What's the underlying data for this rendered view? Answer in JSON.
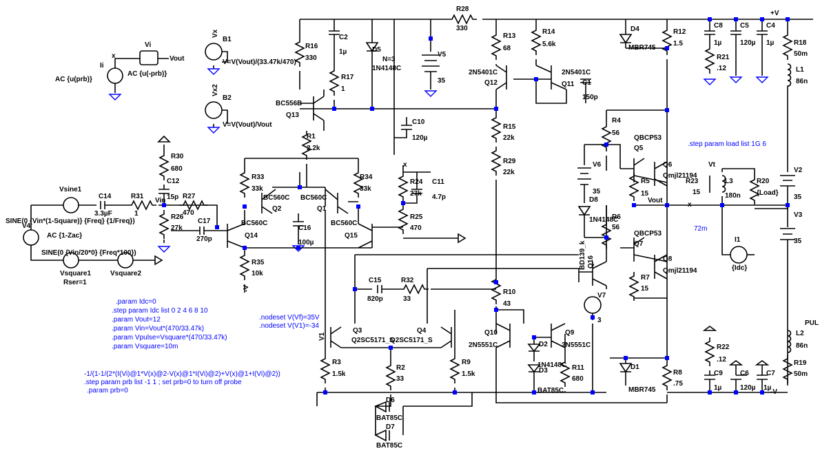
{
  "components": [
    {
      "id": "R16",
      "label": "R16",
      "value": "330"
    },
    {
      "id": "C2",
      "label": "C2",
      "value": "1µ"
    },
    {
      "id": "D5",
      "label": "D5",
      "value": "1N4148C",
      "extra": "N=3"
    },
    {
      "id": "R28",
      "label": "R28",
      "value": "330"
    },
    {
      "id": "R13",
      "label": "R13",
      "value": "68"
    },
    {
      "id": "R14",
      "label": "R14",
      "value": "5.6k"
    },
    {
      "id": "D4",
      "label": "D4",
      "value": "MBR745"
    },
    {
      "id": "R12",
      "label": "R12",
      "value": "1.5"
    },
    {
      "id": "C8",
      "label": "C8",
      "value": "1µ"
    },
    {
      "id": "C5",
      "label": "C5",
      "value": "120µ"
    },
    {
      "id": "C4",
      "label": "C4",
      "value": "1µ"
    },
    {
      "id": "R18",
      "label": "R18",
      "value": "50m"
    },
    {
      "id": "R21",
      "label": "R21",
      "value": ".12"
    },
    {
      "id": "L1",
      "label": "L1",
      "value": "86n"
    },
    {
      "id": "V5",
      "label": "V5",
      "value": "35"
    },
    {
      "id": "R17",
      "label": "R17",
      "value": "1"
    },
    {
      "id": "Q12",
      "label": "Q12",
      "value": "2N5401C"
    },
    {
      "id": "Q11",
      "label": "Q11",
      "value": "2N5401C"
    },
    {
      "id": "C1",
      "label": "C1",
      "value": "150p"
    },
    {
      "id": "Q13",
      "label": "Q13",
      "value": "BC556B"
    },
    {
      "id": "C10",
      "label": "C10",
      "value": "120µ"
    },
    {
      "id": "R15",
      "label": "R15",
      "value": "22k"
    },
    {
      "id": "R4",
      "label": "R4",
      "value": "56"
    },
    {
      "id": "Q5",
      "label": "Q5",
      "value": "QBCP53"
    },
    {
      "id": "R1",
      "label": "R1",
      "value": "2.2k"
    },
    {
      "id": "R29",
      "label": "R29",
      "value": "22k"
    },
    {
      "id": "V6",
      "label": "V6",
      "value": "35"
    },
    {
      "id": "Q6",
      "label": "Q6",
      "value": "Qmjl21194"
    },
    {
      "id": "R30",
      "label": "R30",
      "value": "680"
    },
    {
      "id": "R33",
      "label": "R33",
      "value": "33k"
    },
    {
      "id": "R34",
      "label": "R34",
      "value": "33k"
    },
    {
      "id": "R24",
      "label": "R24",
      "value": "27k"
    },
    {
      "id": "C11",
      "label": "C11",
      "value": "4.7p"
    },
    {
      "id": "R5",
      "label": "R5",
      "value": "15"
    },
    {
      "id": "R23",
      "label": "R23",
      "value": "15"
    },
    {
      "id": "L3",
      "label": "L3",
      "value": "180n"
    },
    {
      "id": "R20",
      "label": "R20",
      "value": "{Load}"
    },
    {
      "id": "V2",
      "label": "V2",
      "value": "35"
    },
    {
      "id": "C12",
      "label": "C12",
      "value": "15p"
    },
    {
      "id": "R27",
      "label": "R27",
      "value": "470"
    },
    {
      "id": "Q2",
      "label": "Q2",
      "value": "BC560C"
    },
    {
      "id": "Q1",
      "label": "Q1",
      "value": "BC560C"
    },
    {
      "id": "D8",
      "label": "D8",
      "value": "1N4148C"
    },
    {
      "id": "C14",
      "label": "C14",
      "value": "3.3µF"
    },
    {
      "id": "R31",
      "label": "R31",
      "value": "1"
    },
    {
      "id": "R26",
      "label": "R26",
      "value": "27k"
    },
    {
      "id": "C17",
      "label": "C17",
      "value": "270p"
    },
    {
      "id": "Q14",
      "label": "Q14",
      "value": "BC560C"
    },
    {
      "id": "C16",
      "label": "C16",
      "value": "100µ"
    },
    {
      "id": "Q15",
      "label": "Q15",
      "value": "BC560C"
    },
    {
      "id": "R25",
      "label": "R25",
      "value": "470"
    },
    {
      "id": "R6",
      "label": "R6",
      "value": "56"
    },
    {
      "id": "Q7",
      "label": "Q7",
      "value": "QBCP53"
    },
    {
      "id": "V3",
      "label": "V3",
      "value": "35"
    },
    {
      "id": "I1",
      "label": "I1",
      "value": "{Idc}"
    },
    {
      "id": "R35",
      "label": "R35",
      "value": "10k"
    },
    {
      "id": "Q16",
      "label": "Q16",
      "value": "BD139_k"
    },
    {
      "id": "Q8",
      "label": "Q8",
      "value": "Qmjl21194"
    },
    {
      "id": "C15",
      "label": "C15",
      "value": "820p"
    },
    {
      "id": "R32",
      "label": "R32",
      "value": "33"
    },
    {
      "id": "R7",
      "label": "R7",
      "value": "15"
    },
    {
      "id": "R10",
      "label": "R10",
      "value": "43"
    },
    {
      "id": "V7",
      "label": "V7",
      "value": "3"
    },
    {
      "id": "Q3",
      "label": "Q3",
      "value": "Q2SC5171_S"
    },
    {
      "id": "Q4",
      "label": "Q4",
      "value": "Q2SC5171_S"
    },
    {
      "id": "Q10",
      "label": "Q10",
      "value": "2N5551C"
    },
    {
      "id": "Q9",
      "label": "Q9",
      "value": "2N5551C"
    },
    {
      "id": "D2",
      "label": "D2",
      "value": "1N4148C"
    },
    {
      "id": "D3",
      "label": "D3",
      "value": "BAT85C"
    },
    {
      "id": "R11",
      "label": "R11",
      "value": "680"
    },
    {
      "id": "R22",
      "label": "R22",
      "value": ".12"
    },
    {
      "id": "L2",
      "label": "L2",
      "value": "86n"
    },
    {
      "id": "R3",
      "label": "R3",
      "value": "1.5k"
    },
    {
      "id": "R2",
      "label": "R2",
      "value": "33"
    },
    {
      "id": "R9",
      "label": "R9",
      "value": "1.5k"
    },
    {
      "id": "D1",
      "label": "D1",
      "value": "MBR745"
    },
    {
      "id": "R8",
      "label": "R8",
      "value": ".75"
    },
    {
      "id": "C9",
      "label": "C9",
      "value": "1µ"
    },
    {
      "id": "C6",
      "label": "C6",
      "value": "120µ"
    },
    {
      "id": "C7",
      "label": "C7",
      "value": "1µ"
    },
    {
      "id": "R19",
      "label": "R19",
      "value": "50m"
    },
    {
      "id": "D6",
      "label": "D6",
      "value": "BAT85C"
    },
    {
      "id": "D7",
      "label": "D7",
      "value": "BAT85C"
    },
    {
      "id": "Vsine1",
      "label": "Vsine1",
      "value": "SINE(0 {Vin*(1-Square)} {Freq} {1/Freq})"
    },
    {
      "id": "V4",
      "label": "V4",
      "value": "AC {1-Zac}"
    },
    {
      "id": "Vsquare1",
      "label": "Vsquare1",
      "value": "SINE(0 {Vin/20*0} {Freq*100})",
      "extra": "Rser=1"
    },
    {
      "id": "Vsquare2",
      "label": "Vsquare2",
      "value": ""
    },
    {
      "id": "B1",
      "label": "B1",
      "value": "V=V(Vout)/(33.47k/470)"
    },
    {
      "id": "B2",
      "label": "B2",
      "value": "V=V(Vout)/Vout"
    },
    {
      "id": "Vi",
      "label": "Vi",
      "value": "AC {u(-prb)}"
    },
    {
      "id": "Ii",
      "label": "Ii",
      "value": "AC {u(prb)}"
    }
  ],
  "nets": {
    "vplus": "+V",
    "vminus": "-V",
    "vout": "Vout",
    "vin": "Vin",
    "vx": "Vx",
    "vx2": "Vx2",
    "x": "x",
    "vt": "Vt",
    "v1": "V1",
    "pul": "PUL",
    "m72": "72m"
  },
  "directives": {
    "param_idc": ".param Idc=0",
    "step_idc": ".step param Idc list 0 2 4 6 8 10",
    "param_vout": ".param Vout=12",
    "param_vin": ".param Vin=Vout*(470/33.47k)",
    "param_vpulse": ".param Vpulse=Vsquare*(470/33.47k)",
    "param_vsquare": ".param Vsquare=10m",
    "nodeset_vf": ".nodeset V(Vf)=35V",
    "nodeset_v1": ".nodeset V(V1)=-34",
    "formula": "-1/(1-1/(2*(I(Vi)@1*V(x)@2-V(x)@1*I(Vi)@2)+V(x)@1+I(Vi)@2))",
    "step_prb": ".step param prb list -1 1 ; set prb=0 to turn off probe",
    "param_prb": ".param prb=0",
    "step_load": ".step param load list 1G 6"
  }
}
